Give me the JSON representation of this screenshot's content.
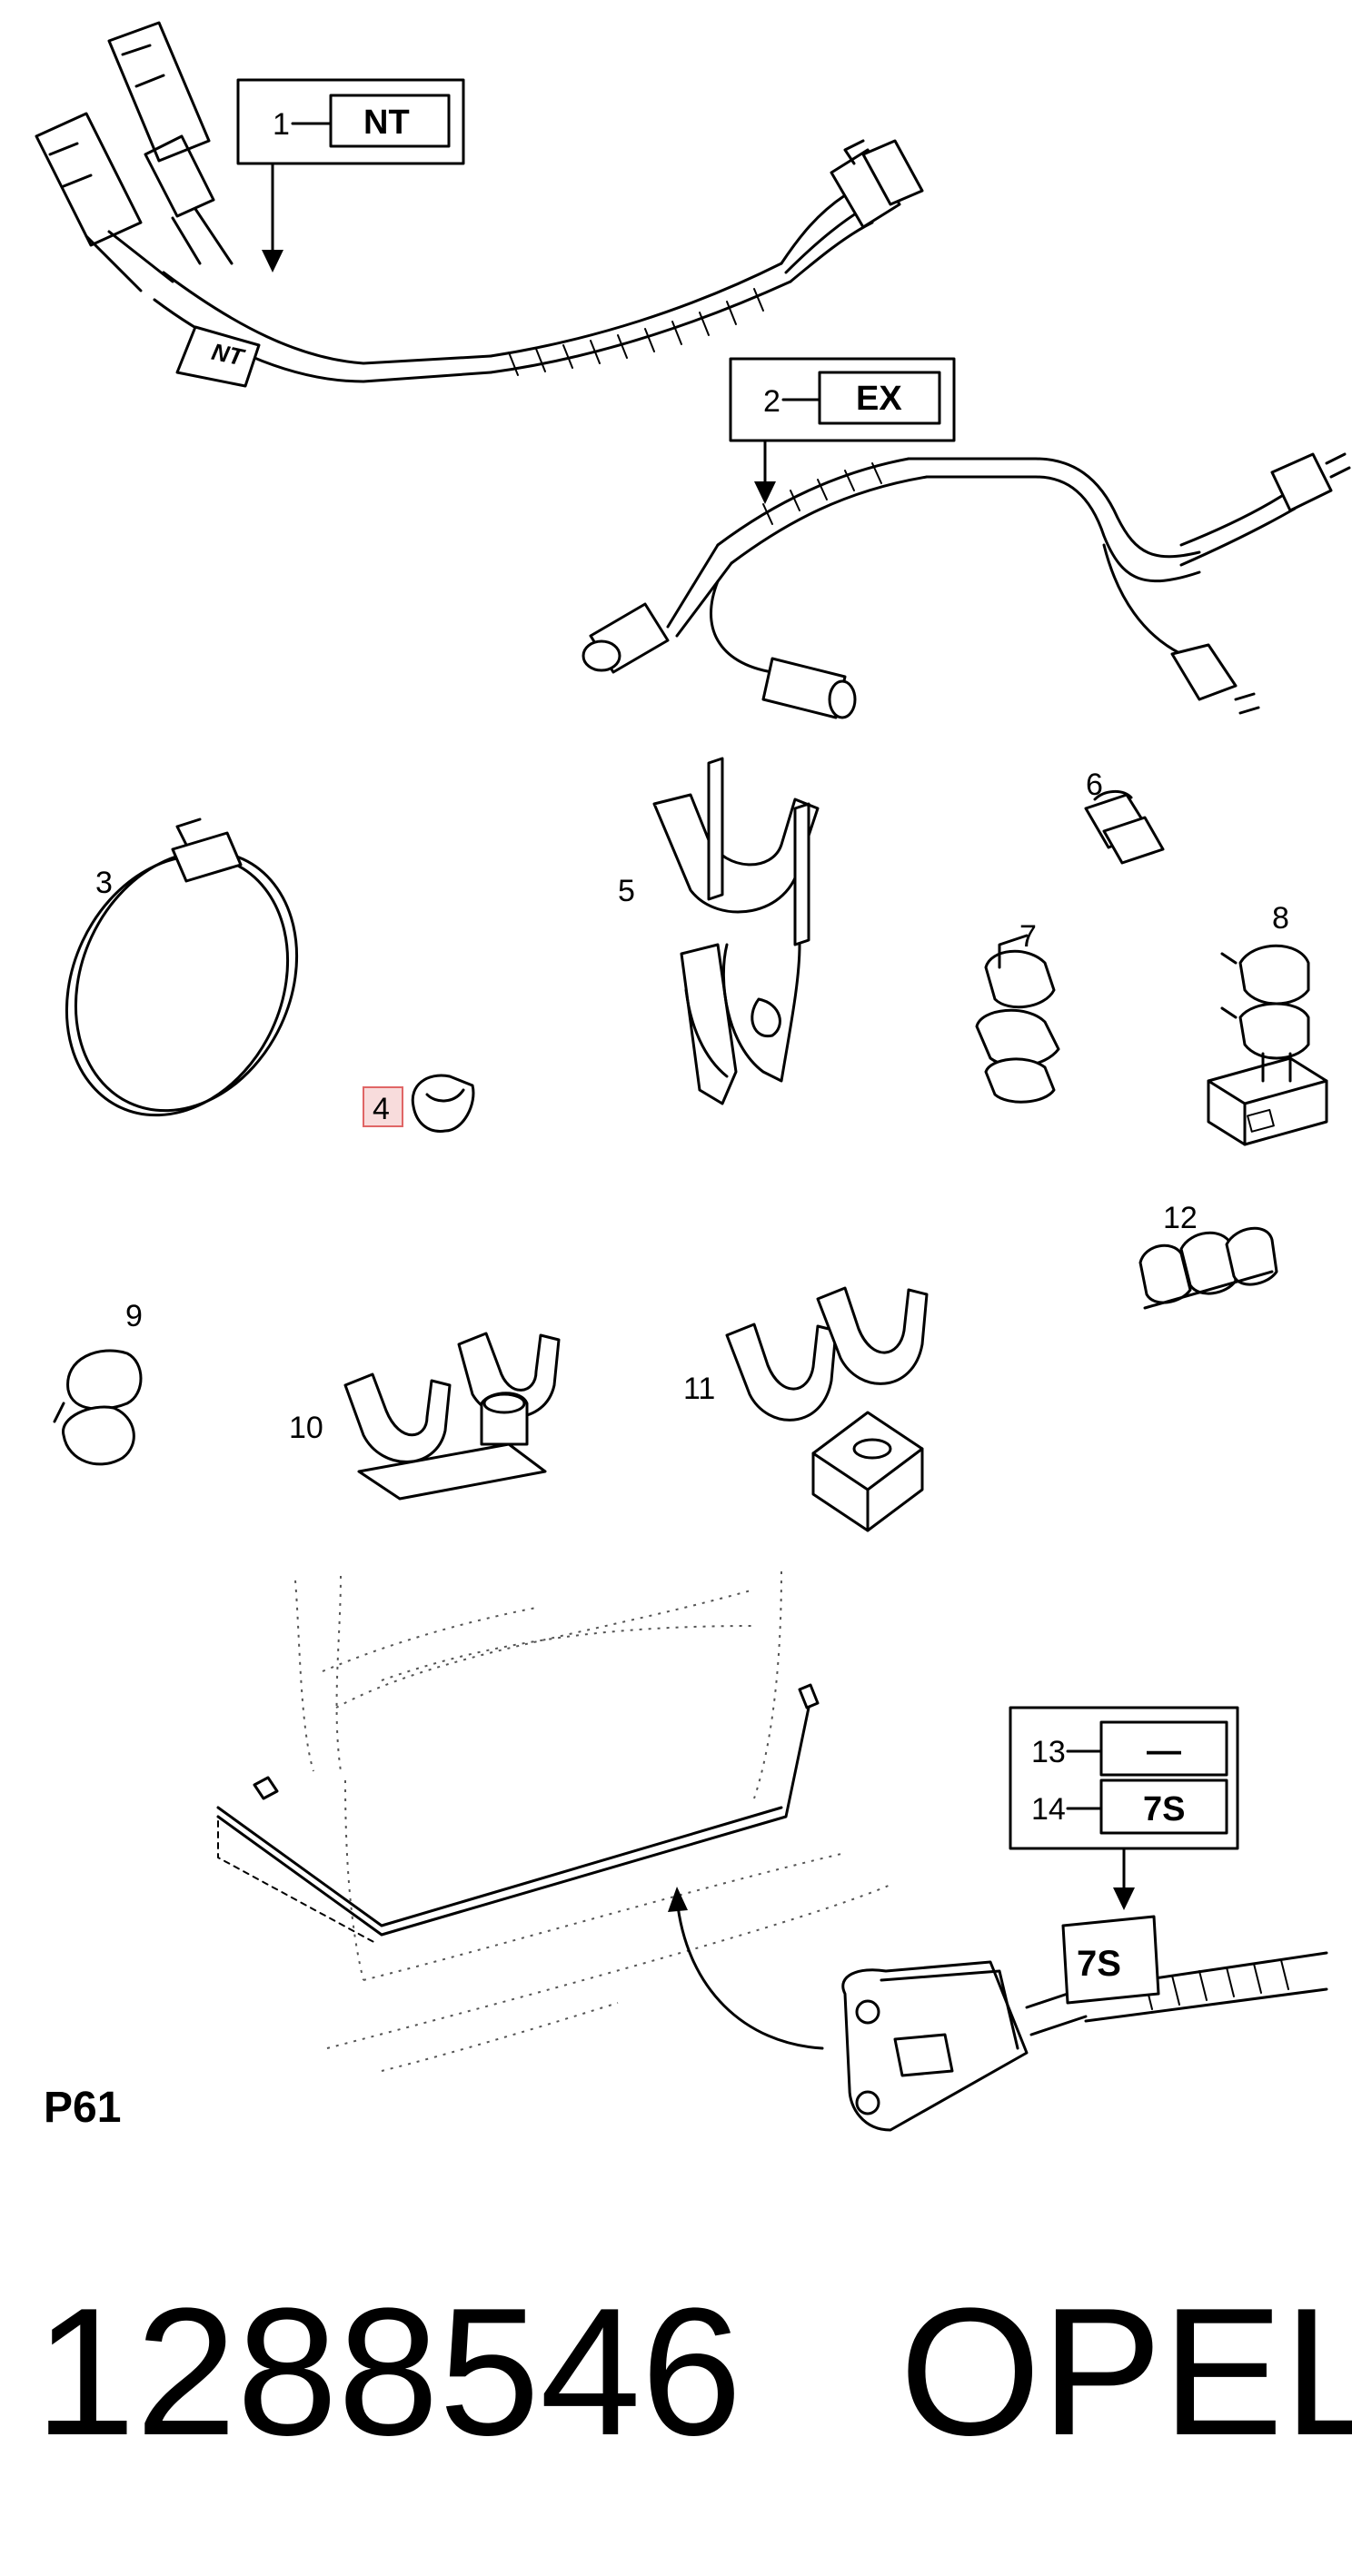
{
  "diagram": {
    "code_boxes": [
      {
        "number": "1",
        "code": "NT"
      },
      {
        "number": "2",
        "code": "EX"
      },
      {
        "number": "13",
        "code": "—"
      },
      {
        "number": "14",
        "code": "7S"
      }
    ],
    "part_labels": [
      "3",
      "4",
      "5",
      "6",
      "7",
      "8",
      "9",
      "10",
      "11",
      "12"
    ],
    "tags": {
      "harness_tag": "NT",
      "connector_tag": "7S"
    },
    "page_ref": "P61",
    "part_number": "1288546",
    "brand": "OPEL",
    "highlight_color": "#e06666"
  }
}
